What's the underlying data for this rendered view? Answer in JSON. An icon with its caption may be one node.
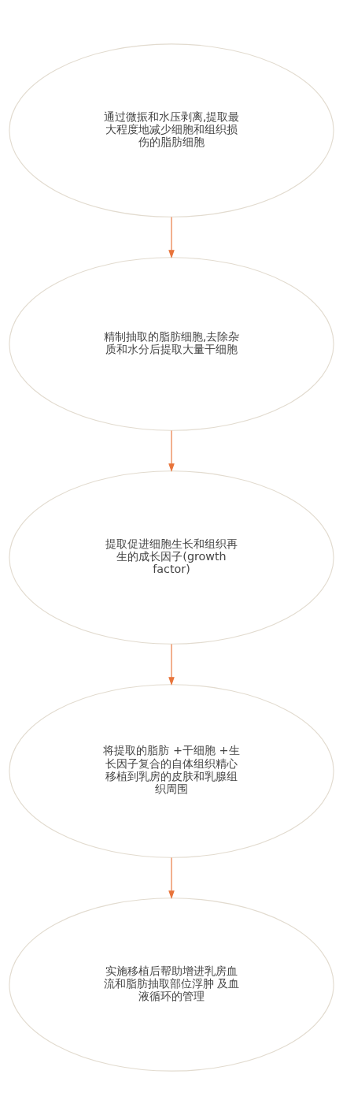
{
  "diagram": {
    "nodes": [
      {
        "text": [
          "通过微振和水压剥离,提取最大程度地减少细胞和组织损伤的脂肪细胞"
        ]
      },
      {
        "text": [
          "精制抽取的脂肪细胞,去除杂质和水分后提取大量干细胞"
        ]
      },
      {
        "text": [
          "提取促进细胞生长和组织再生的成长因子(growth factor)"
        ]
      },
      {
        "text": [
          "将提取的脂肪 +干细胞 +生长因子复合的自体组织精心移植到乳房的皮肤和乳腺组织周围"
        ]
      },
      {
        "text": [
          "实施移植后帮助增进乳房血流和脂肪抽取部位浮肿 及血液循环的管理"
        ]
      }
    ],
    "edges": [
      {
        "from": 0,
        "to": 1,
        "arrow": "to"
      },
      {
        "from": 1,
        "to": 2,
        "arrow": "to"
      },
      {
        "from": 2,
        "to": 3,
        "arrow": "to"
      },
      {
        "from": 3,
        "to": 4,
        "arrow": "to"
      }
    ]
  }
}
